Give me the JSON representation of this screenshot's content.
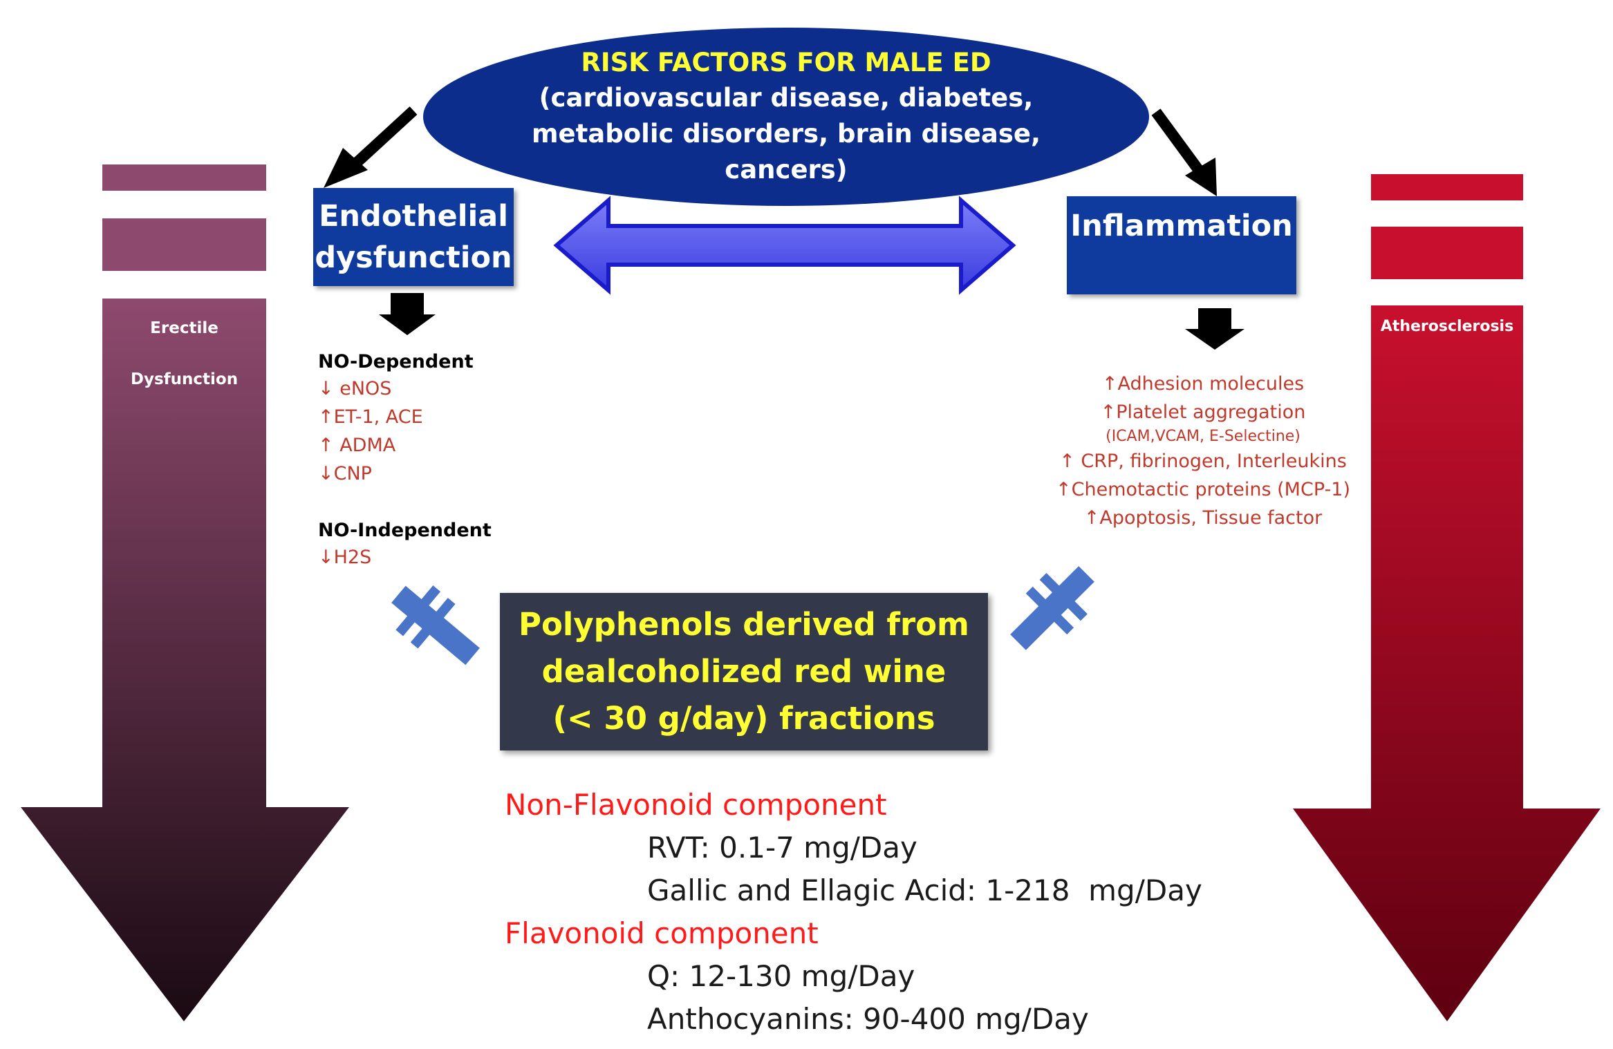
{
  "risk": {
    "title": "RISK FACTORS FOR MALE ED",
    "lines": [
      "(cardiovascular disease, diabetes,",
      "metabolic disorders, brain disease,",
      "cancers)"
    ]
  },
  "endothelial": {
    "label_line1": "Endothelial",
    "label_line2": "dysfunction"
  },
  "inflammation": {
    "label": "Inflammation"
  },
  "left_arrow": {
    "label_line1": "Erectile",
    "label_line2": "Dysfunction"
  },
  "right_arrow": {
    "label": "Atherosclerosis"
  },
  "no_dependent": {
    "heading": "NO-Dependent",
    "items": [
      "↓ eNOS",
      "↑ET-1, ACE",
      "↑ ADMA",
      "↓CNP"
    ]
  },
  "no_independent": {
    "heading": "NO-Independent",
    "items": [
      "↓H2S"
    ]
  },
  "inflammation_effects": {
    "items": [
      "↑Adhesion molecules",
      "↑Platelet aggregation",
      "(ICAM,VCAM, E-Selectine)",
      "↑ CRP, fibrinogen, Interleukins",
      "↑Chemotactic proteins (MCP-1)",
      "↑Apoptosis, Tissue factor"
    ]
  },
  "polyphenols": {
    "lines": [
      "Polyphenols derived from",
      "dealcoholized red wine",
      "(< 30 g/day) fractions"
    ]
  },
  "components": {
    "non_flavonoid_heading": "Non-Flavonoid component",
    "non_flavonoid_items": [
      "RVT: 0.1-7 mg/Day",
      "Gallic and Ellagic Acid: 1-218  mg/Day"
    ],
    "flavonoid_heading": "Flavonoid component",
    "flavonoid_items": [
      "Q: 12-130 mg/Day",
      "Anthocyanins: 90-400 mg/Day"
    ]
  },
  "colors": {
    "ellipse": "#0d2d8c",
    "header_box": "#0f3a9e",
    "poly_box": "#33384a",
    "highlight_text": "#ffff33",
    "left_arrow_top": "#8e4a6e",
    "left_arrow_bottom": "#1a0a12",
    "right_arrow_top": "#c8102e",
    "right_arrow_bottom": "#5e0010",
    "double_arrow": "#5a5cf0",
    "red_text": "#c0392b",
    "component_heading": "#ff1a1a"
  }
}
